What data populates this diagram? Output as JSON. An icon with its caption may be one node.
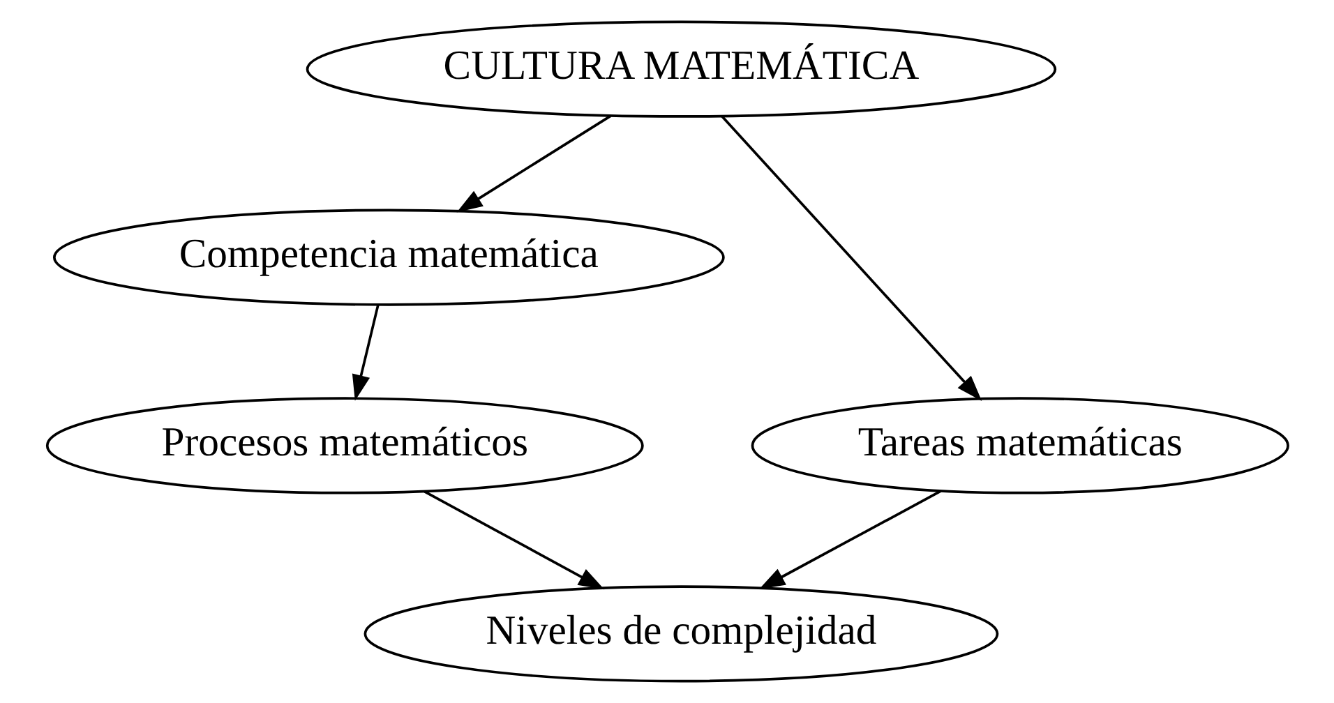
{
  "diagram": {
    "nodes": [
      {
        "text": [
          "CULTURA MATEMÁTICA"
        ]
      },
      {
        "text": [
          "Competencia matemática"
        ]
      },
      {
        "text": [
          "Tareas matemáticas"
        ]
      },
      {
        "text": [
          "Procesos matemáticos"
        ]
      },
      {
        "text": [
          "Niveles de complejidad"
        ]
      }
    ],
    "edges": [
      {
        "from": 0,
        "to": 1,
        "arrow": "to"
      },
      {
        "from": 0,
        "to": 2,
        "arrow": "to"
      },
      {
        "from": 1,
        "to": 3,
        "arrow": "to"
      },
      {
        "from": 3,
        "to": 4,
        "arrow": "to"
      },
      {
        "from": 2,
        "to": 4,
        "arrow": "to"
      }
    ]
  }
}
